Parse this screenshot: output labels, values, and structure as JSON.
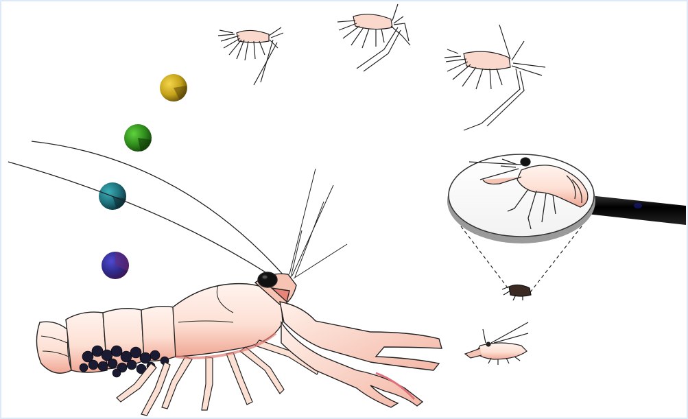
{
  "diagram": {
    "title": "",
    "stage_colors": {
      "background": "#ffffff",
      "body_fill_light": "#fde4da",
      "body_fill_mid": "#f3b4a3",
      "body_shade": "#e07b70",
      "outline": "#222222",
      "egg_mass": "#1a1a33",
      "magnifier_handle": "#111111",
      "lens_rim": "#9a9a9a"
    },
    "egg_stages": [
      {
        "name": "egg-stage-1",
        "colors": [
          "#2e2a8a",
          "#5a2a6a"
        ]
      },
      {
        "name": "egg-stage-2",
        "colors": [
          "#1f6f7a",
          "#114050"
        ]
      },
      {
        "name": "egg-stage-3",
        "colors": [
          "#2f8a1c",
          "#1f5a12"
        ]
      },
      {
        "name": "egg-stage-4",
        "colors": [
          "#c4a21a",
          "#7a6412"
        ]
      }
    ],
    "larval_stages": [
      "larva-stage-1",
      "larva-stage-2",
      "larva-stage-3"
    ],
    "elements": [
      "adult-lobster",
      "egg-clutch",
      "magnifier-lens",
      "magnified-postlarva",
      "postlarva-actual-size",
      "juvenile-lobster"
    ]
  }
}
